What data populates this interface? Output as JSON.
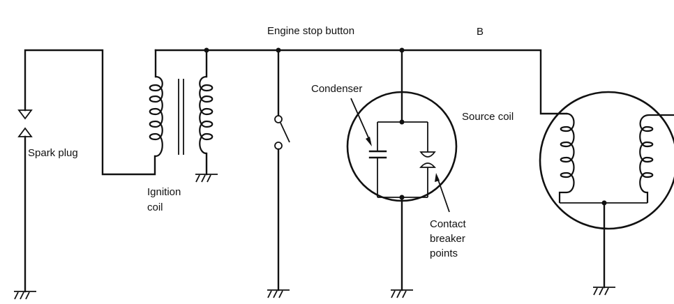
{
  "diagram": {
    "title": "Flywheel magneto ignition circuit",
    "labels": {
      "engine_stop_button": "Engine stop button",
      "terminal_b": "B",
      "condenser": "Condenser",
      "source_coil": "Source coil",
      "spark_plug": "Spark plug",
      "ignition_coil_line1": "Ignition",
      "ignition_coil_line2": "coil",
      "contact_line1": "Contact",
      "contact_line2": "breaker",
      "contact_line3": "points"
    },
    "components": [
      {
        "id": "spark-plug",
        "type": "spark gap"
      },
      {
        "id": "ignition-coil",
        "type": "transformer",
        "primary_turns": 5,
        "secondary_turns": 5
      },
      {
        "id": "engine-stop-button",
        "type": "switch",
        "state": "open"
      },
      {
        "id": "condenser",
        "type": "capacitor"
      },
      {
        "id": "contact-breaker-points",
        "type": "contact points"
      },
      {
        "id": "source-coil",
        "type": "coil pair",
        "turns_each": 4
      }
    ],
    "grounds": 5,
    "colors": {
      "ink": "#111111",
      "background": "#ffffff"
    }
  }
}
